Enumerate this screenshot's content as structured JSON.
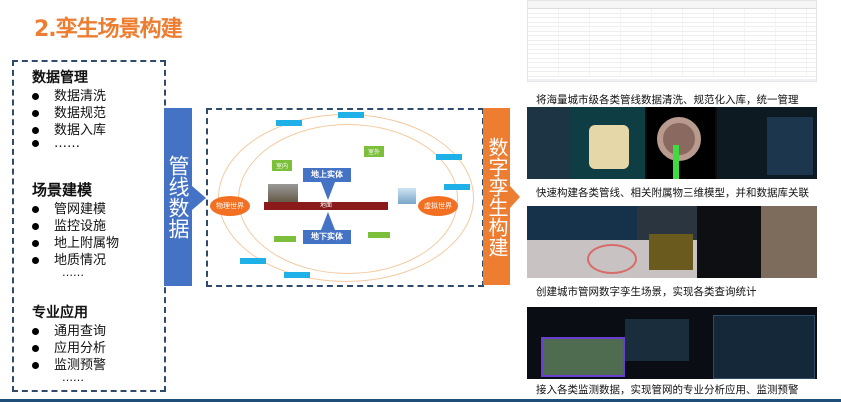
{
  "title": "2.孪生场景构建",
  "left_panel": {
    "sections": [
      {
        "heading": "数据管理",
        "items": [
          "数据清洗",
          "数据规范",
          "数据入库",
          "……"
        ]
      },
      {
        "heading": "场景建模",
        "items": [
          "管网建模",
          "监控设施",
          "地上附属物",
          "地质情况"
        ],
        "more": "……"
      },
      {
        "heading": "专业应用",
        "items": [
          "通用查询",
          "应用分析",
          "监测预警"
        ],
        "more": "……"
      }
    ]
  },
  "flow": {
    "input_label": "管线数据",
    "output_label": "数字孪生构建"
  },
  "diagram": {
    "physical_world": "物理世界",
    "virtual_world": "虚拟世界",
    "above_ground": "地上实体",
    "ground": "地面",
    "underground": "地下实体",
    "indoor": "室内",
    "outdoor": "室外"
  },
  "colors": {
    "title": "#ed7d31",
    "blue": "#4472c4",
    "orange": "#ed7d31",
    "border": "#2f4a6a"
  },
  "showcase": [
    {
      "caption": "将海量城市级各类管线数据清洗、规范化入库，统一管理"
    },
    {
      "caption": "快速构建各类管线、相关附属物三维模型，并和数据库关联"
    },
    {
      "caption": "创建城市管网数字孪生场景，实现各类查询统计"
    },
    {
      "caption": "接入各类监测数据，实现管网的专业分析应用、监测预警"
    }
  ]
}
